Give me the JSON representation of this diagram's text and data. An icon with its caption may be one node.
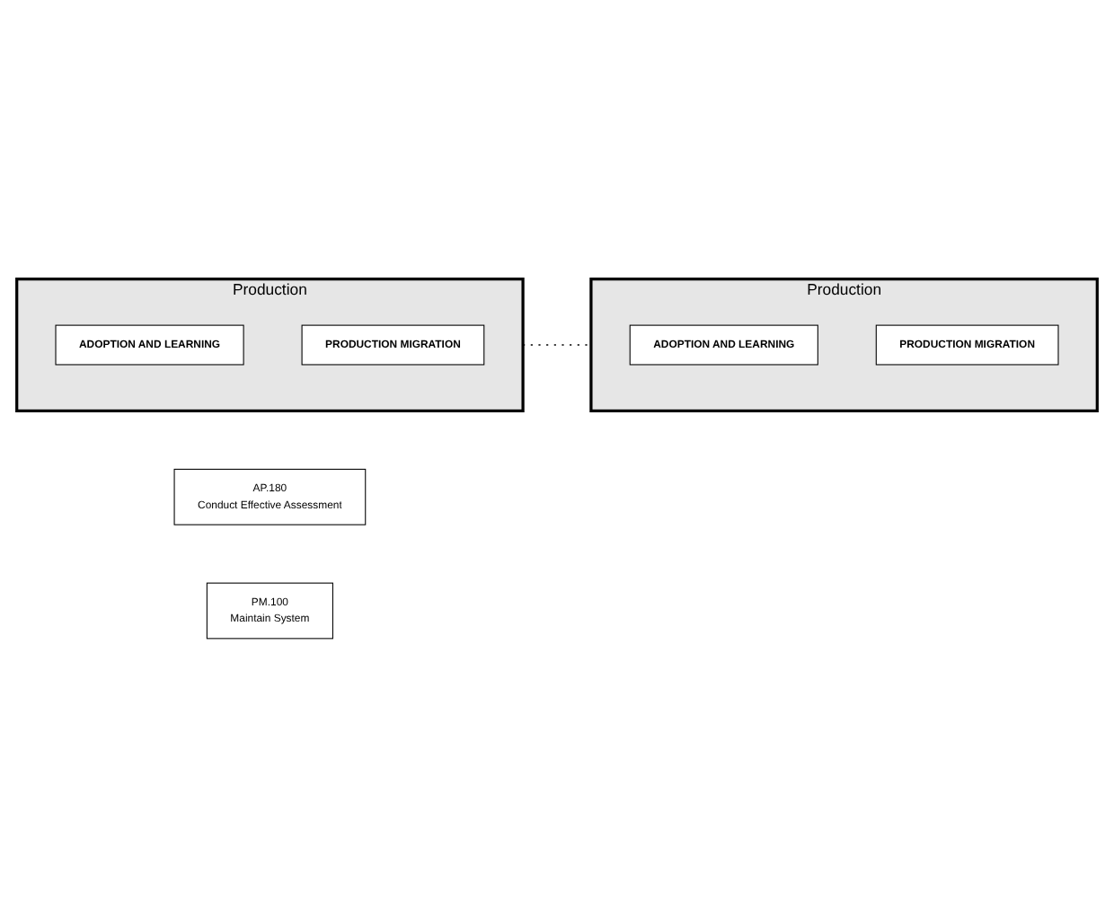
{
  "diagram": {
    "nodes": [
      {
        "text": [
          "Production"
        ]
      },
      {
        "text": [
          "ADOPTION AND LEARNING"
        ],
        "in": 0
      },
      {
        "text": [
          "PRODUCTION MIGRATION"
        ],
        "in": 0
      },
      {
        "text": [
          "AP.180",
          "Conduct Effective Assessment"
        ]
      },
      {
        "text": [
          "PM.100",
          "Maintain System"
        ]
      },
      {
        "text": [
          "Production"
        ]
      },
      {
        "text": [
          "ADOPTION AND LEARNING"
        ],
        "in": 5
      },
      {
        "text": [
          "PRODUCTION MIGRATION"
        ],
        "in": 5
      }
    ],
    "edges": [
      {
        "from": 0,
        "to": 5,
        "arrow": "none",
        "style": "dashed"
      }
    ]
  }
}
